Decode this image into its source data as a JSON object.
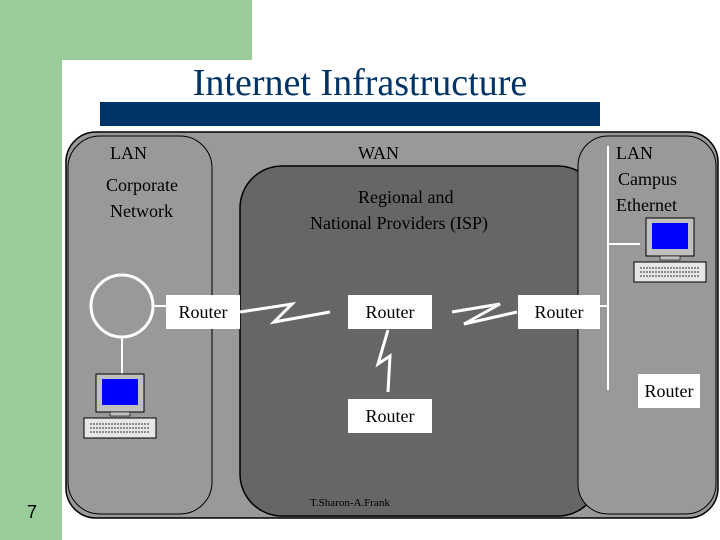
{
  "slide": {
    "title": "Internet Infrastructure",
    "page_number": "7",
    "footer": "T.Sharon-A.Frank"
  },
  "diagram": {
    "left_lan": {
      "heading": "LAN",
      "line1": "Corporate",
      "line2": "Network"
    },
    "wan": {
      "heading": "WAN",
      "line1": "Regional and",
      "line2": "National Providers (ISP)"
    },
    "right_lan": {
      "heading": "LAN",
      "line1": "Campus",
      "line2": "Ethernet"
    },
    "routers": {
      "left": "Router",
      "center": "Router",
      "right": "Router",
      "bottom": "Router",
      "far_right": "Router"
    }
  },
  "colors": {
    "accent_green": "#99cc99",
    "title_navy": "#003366",
    "cloud_gray": "#666666",
    "region_gray": "#999999"
  },
  "icons": [
    "computer-icon",
    "token-ring-icon",
    "lightning-link-icon"
  ]
}
